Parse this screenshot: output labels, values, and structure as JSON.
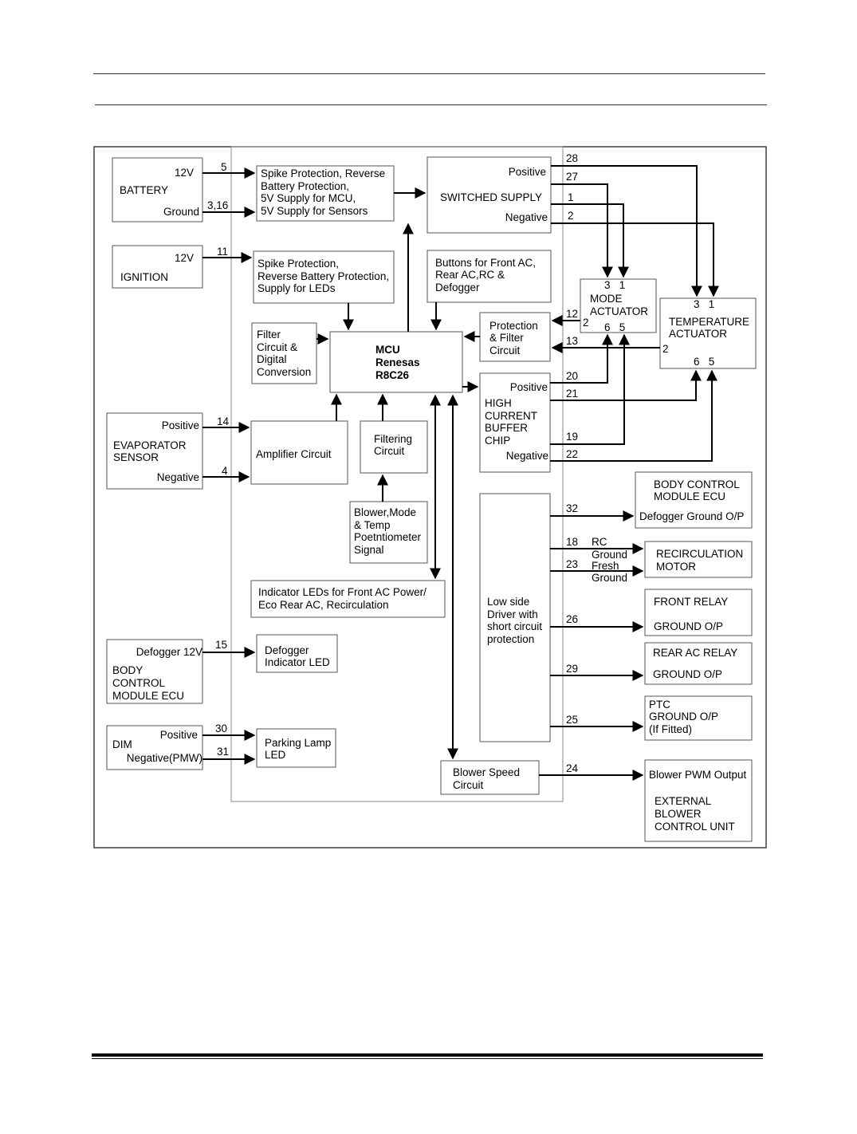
{
  "diagram": {
    "battery": {
      "title": "BATTERY",
      "supply": "12V",
      "ground": "Ground"
    },
    "ignition": {
      "title": "IGNITION",
      "supply": "12V"
    },
    "evaporator": {
      "title_1": "EVAPORATOR",
      "title_2": "SENSOR",
      "positive": "Positive",
      "negative": "Negative"
    },
    "bcm_in": {
      "supply": "Defogger 12V",
      "line_1": "BODY",
      "line_2": "CONTROL",
      "line_3": "MODULE ECU"
    },
    "dim": {
      "title": "DIM",
      "positive": "Positive",
      "negative": "Negative(PMW)"
    },
    "spike1": {
      "line_1": "Spike Protection, Reverse",
      "line_2": "Battery Protection,",
      "line_3": "5V Supply for MCU,",
      "line_4": "5V Supply for Sensors"
    },
    "spike2": {
      "line_1": "Spike Protection,",
      "line_2": "Reverse Battery Protection,",
      "line_3": "Supply for LEDs"
    },
    "filter_dig": {
      "line_1": "Filter",
      "line_2": "Circuit &",
      "line_3": "Digital",
      "line_4": "Conversion"
    },
    "mcu": {
      "line_1": "MCU",
      "line_2": "Renesas",
      "line_3": "R8C26"
    },
    "amplifier": {
      "label": "Amplifier Circuit"
    },
    "filtering": {
      "line_1": "Filtering",
      "line_2": "Circuit"
    },
    "potentiometer": {
      "line_1": "Blower,Mode",
      "line_2": "& Temp",
      "line_3": "Poetntiometer",
      "line_4": "Signal"
    },
    "indicator": {
      "line_1": "Indicator LEDs for Front AC Power/",
      "line_2": "Eco Rear AC, Recirculation"
    },
    "defog_led": {
      "line_1": "Defogger",
      "line_2": "Indicator LED"
    },
    "parking": {
      "line_1": "Parking Lamp",
      "line_2": "LED"
    },
    "switched": {
      "title": "SWITCHED SUPPLY",
      "positive": "Positive",
      "negative": "Negative"
    },
    "buttons": {
      "line_1": "Buttons for Front AC,",
      "line_2": "Rear AC,RC &",
      "line_3": "Defogger"
    },
    "protection": {
      "line_1": "Protection",
      "line_2": "& Filter",
      "line_3": "Circuit"
    },
    "buffer": {
      "positive": "Positive",
      "line_1": "HIGH",
      "line_2": "CURRENT",
      "line_3": "BUFFER",
      "line_4": "CHIP",
      "negative": "Negative"
    },
    "lowside": {
      "line_1": "Low side",
      "line_2": "Driver with",
      "line_3": "short circuit",
      "line_4": "protection"
    },
    "blower_speed": {
      "line_1": "Blower Speed",
      "line_2": "Circuit"
    },
    "mode_act": {
      "pins_top": "3   1",
      "line_1": "MODE",
      "line_2": "ACTUATOR",
      "pins_bottom": "6   5",
      "pin_left": "2"
    },
    "temp_act": {
      "pins_top": "3   1",
      "line_1": "TEMPERATURE",
      "line_2": "ACTUATOR",
      "pins_bottom": "6   5",
      "pin_left": "2"
    },
    "bcm_out": {
      "line_1": "BODY CONTROL",
      "line_2": "MODULE ECU",
      "line_3": "Defogger Ground O/P"
    },
    "recirc": {
      "rc": "RC",
      "ground_1": "Ground",
      "fresh": "Fresh",
      "ground_2": "Ground",
      "line_1": "RECIRCULATION",
      "line_2": "MOTOR"
    },
    "front_relay": {
      "line_1": "FRONT RELAY",
      "line_2": "GROUND O/P"
    },
    "rear_relay": {
      "line_1": "REAR AC RELAY",
      "line_2": "GROUND O/P"
    },
    "ptc": {
      "line_1": "PTC",
      "line_2": "GROUND O/P",
      "line_3": "(If Fitted)"
    },
    "ext_blower": {
      "line_1": "Blower PWM Output",
      "line_2": "EXTERNAL",
      "line_3": "BLOWER",
      "line_4": "CONTROL UNIT"
    },
    "pins": {
      "p5": "5",
      "p316": "3,16",
      "p11": "11",
      "p14": "14",
      "p4": "4",
      "p15": "15",
      "p30": "30",
      "p31": "31",
      "p28": "28",
      "p27": "27",
      "p1": "1",
      "p2": "2",
      "p12": "12",
      "p13": "13",
      "p20": "20",
      "p21": "21",
      "p19": "19",
      "p22": "22",
      "p32": "32",
      "p18": "18",
      "p23": "23",
      "p26": "26",
      "p29": "29",
      "p25": "25",
      "p24": "24"
    }
  }
}
